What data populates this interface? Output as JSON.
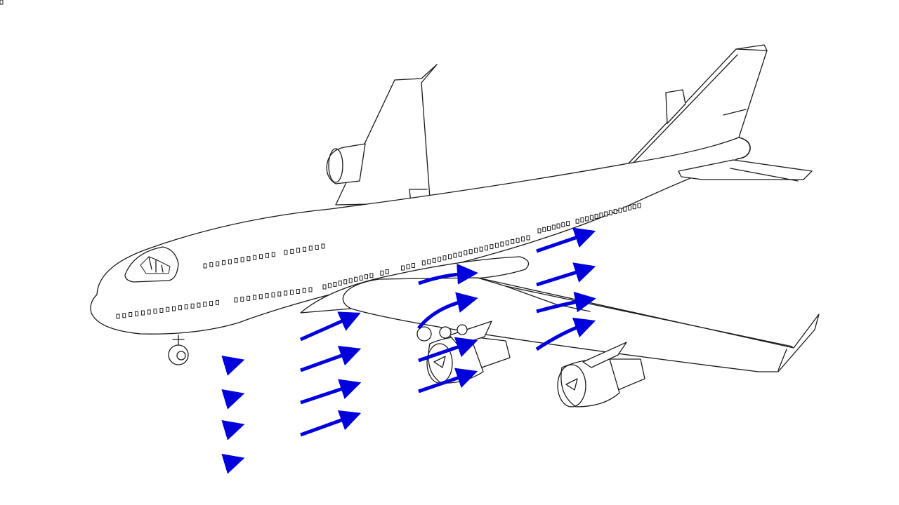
{
  "colors": {
    "background": "#ffffff",
    "outline": "#1a1a1a",
    "airflow": "#0000dd"
  },
  "illustration": {
    "subject": "airliner",
    "airflow_arrows": {
      "columns": [
        {
          "style": "short",
          "count": 4
        },
        {
          "style": "straight-long",
          "count": 4
        },
        {
          "style": "curving-up-over-wing",
          "count": 4
        },
        {
          "style": "downstream-mixed",
          "count": 4
        }
      ]
    }
  }
}
